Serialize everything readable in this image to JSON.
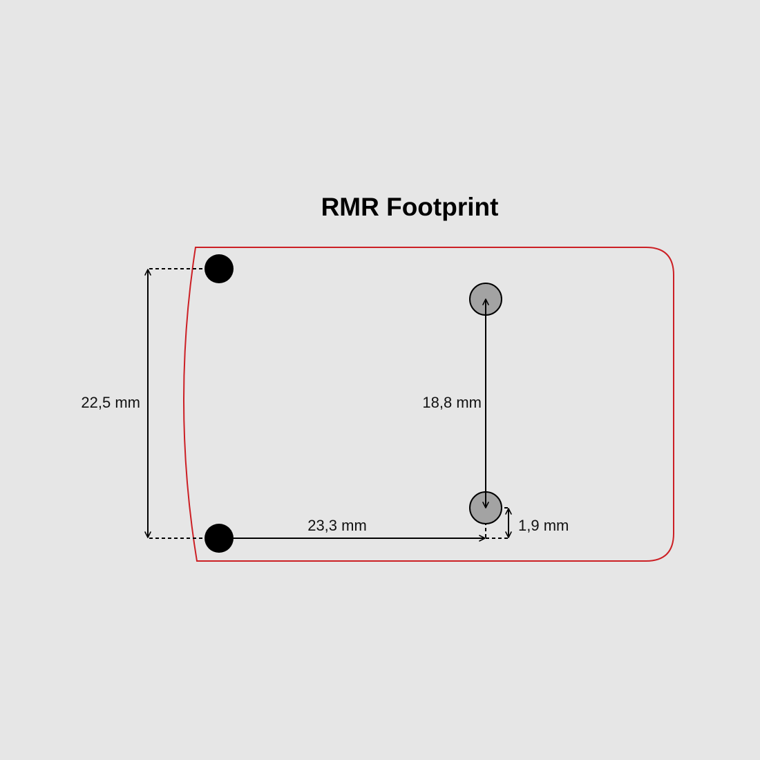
{
  "title": "RMR Footprint",
  "colors": {
    "background": "#e6e6e6",
    "outline": "#cc1f24",
    "front_holes": "#000000",
    "rear_holes": "#a3a3a3",
    "lines": "#000000"
  },
  "dimensions": {
    "front_hole_spacing": "22,5 mm",
    "rear_hole_spacing": "18,8 mm",
    "longitudinal_offset": "23,3 mm",
    "lateral_offset": "1,9 mm"
  }
}
